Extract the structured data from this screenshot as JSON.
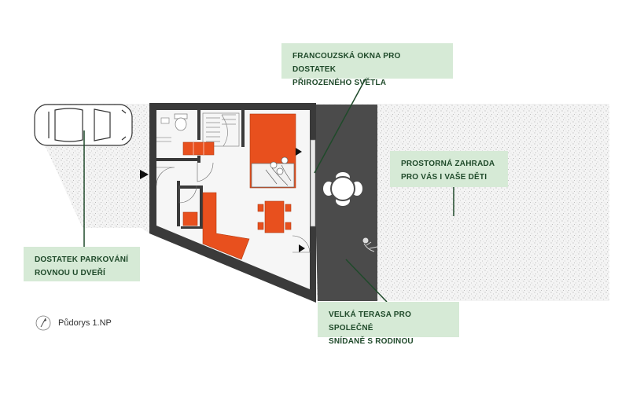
{
  "callouts": {
    "windows": {
      "line1": "FRANCOUZSKÁ OKNA PRO DOSTATEK",
      "line2": "PŘIROZENÉHO SVĚTLA"
    },
    "garden": {
      "line1": "PROSTORNÁ ZAHRADA",
      "line2": "PRO VÁS I VAŠE DĚTI"
    },
    "parking": {
      "line1": "DOSTATEK PARKOVÁNÍ",
      "line2": "ROVNOU U DVEŘÍ"
    },
    "terrace": {
      "line1": "VELKÁ TERASA PRO SPOLEČNÉ",
      "line2": "SNÍDANĚ S RODINOU"
    }
  },
  "legend": {
    "label": "Půdorys 1.NP",
    "icon": "north-arrow-icon"
  },
  "colors": {
    "accent": "#e8501e",
    "wall": "#3a3a3a",
    "terrace": "#4b4b4b",
    "callout_bg": "#d6ead6",
    "callout_text": "#1f4a2a",
    "leader": "#1f4a2a"
  }
}
